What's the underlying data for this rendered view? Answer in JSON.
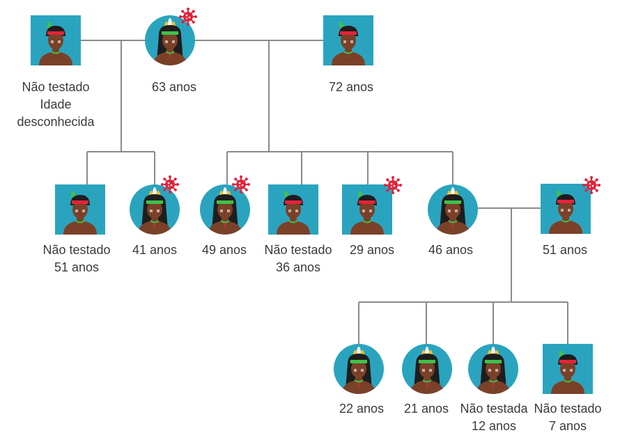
{
  "colors": {
    "line": "#8a8a8a",
    "tile": "#2aa4be",
    "skin": "#7a4128",
    "hair": "#1f1d1d",
    "headband_male": "#e2233b",
    "headband_female": "#3fc24a",
    "feather_green": "#3fc24a",
    "feather_yellow": "#f6c12c",
    "feather_white": "#f2f2f2",
    "covid": "#e2233b",
    "text": "#3a3a3a"
  },
  "people": [
    {
      "id": "p1",
      "shape": "square",
      "sex": "m",
      "positive": false,
      "lines": [
        "Não testado",
        "Idade",
        "desconhecida"
      ]
    },
    {
      "id": "p2",
      "shape": "circle",
      "sex": "f",
      "positive": true,
      "lines": [
        "63 anos"
      ]
    },
    {
      "id": "p3",
      "shape": "square",
      "sex": "m",
      "positive": false,
      "lines": [
        "72 anos"
      ]
    },
    {
      "id": "p4",
      "shape": "square",
      "sex": "m",
      "positive": false,
      "lines": [
        "Não testado",
        "51 anos"
      ]
    },
    {
      "id": "p5",
      "shape": "circle",
      "sex": "f",
      "positive": true,
      "lines": [
        "41 anos"
      ]
    },
    {
      "id": "p6",
      "shape": "circle",
      "sex": "f",
      "positive": true,
      "lines": [
        "49 anos"
      ]
    },
    {
      "id": "p7",
      "shape": "square",
      "sex": "m",
      "positive": false,
      "lines": [
        "Não testado",
        "36 anos"
      ]
    },
    {
      "id": "p8",
      "shape": "square",
      "sex": "m",
      "positive": true,
      "lines": [
        "29 anos"
      ]
    },
    {
      "id": "p9",
      "shape": "circle",
      "sex": "f",
      "positive": false,
      "lines": [
        "46 anos"
      ]
    },
    {
      "id": "p10",
      "shape": "square",
      "sex": "m",
      "positive": true,
      "lines": [
        "51 anos"
      ]
    },
    {
      "id": "p11",
      "shape": "circle",
      "sex": "f",
      "positive": false,
      "lines": [
        "22 anos"
      ]
    },
    {
      "id": "p12",
      "shape": "circle",
      "sex": "f",
      "positive": false,
      "lines": [
        "21 anos"
      ]
    },
    {
      "id": "p13",
      "shape": "circle",
      "sex": "f",
      "positive": false,
      "lines": [
        "Não testada",
        "12 anos"
      ]
    },
    {
      "id": "p14",
      "shape": "square",
      "sex": "m",
      "positive": false,
      "lines": [
        "Não testado",
        "7 anos"
      ]
    }
  ]
}
